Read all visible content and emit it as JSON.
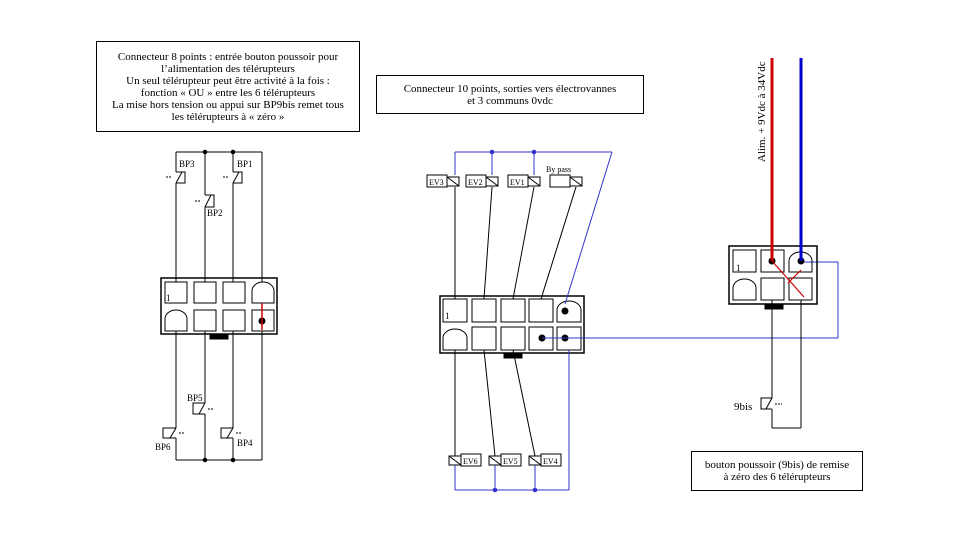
{
  "notes": {
    "connector8": [
      "Connecteur 8 points : entrée bouton poussoir pour",
      "l’alimentation des télérupteurs",
      "Un seul télérupteur peut être activité à la fois :",
      "fonction « OU » entre les 6 télérupteurs",
      "La mise hors tension ou appui sur BP9bis remet tous",
      "les télérupteurs à « zéro »"
    ],
    "connector10": [
      "Connecteur 10 points, sorties vers électrovannes",
      "et 3 communs 0vdc"
    ],
    "reset_button": [
      "bouton poussoir (9bis) de remise",
      "à zéro des  6 télérupteurs"
    ]
  },
  "labels": {
    "bp1": "BP1",
    "bp2": "BP2",
    "bp3": "BP3",
    "bp4": "BP4",
    "bp5": "BP5",
    "bp6": "BP6",
    "bp9bis": "9bis",
    "ev1": "EV1",
    "ev2": "EV2",
    "ev3": "EV3",
    "ev4": "EV4",
    "ev5": "EV5",
    "ev6": "EV6",
    "bypass": "By pass",
    "pin_one": "1",
    "power": "Alim. + 9Vdc à 34Vdc"
  },
  "colors": {
    "positive_wire": "#d00000",
    "negative_wire": "#0000d0",
    "common_wire": "#3333cc",
    "line": "#000000"
  }
}
